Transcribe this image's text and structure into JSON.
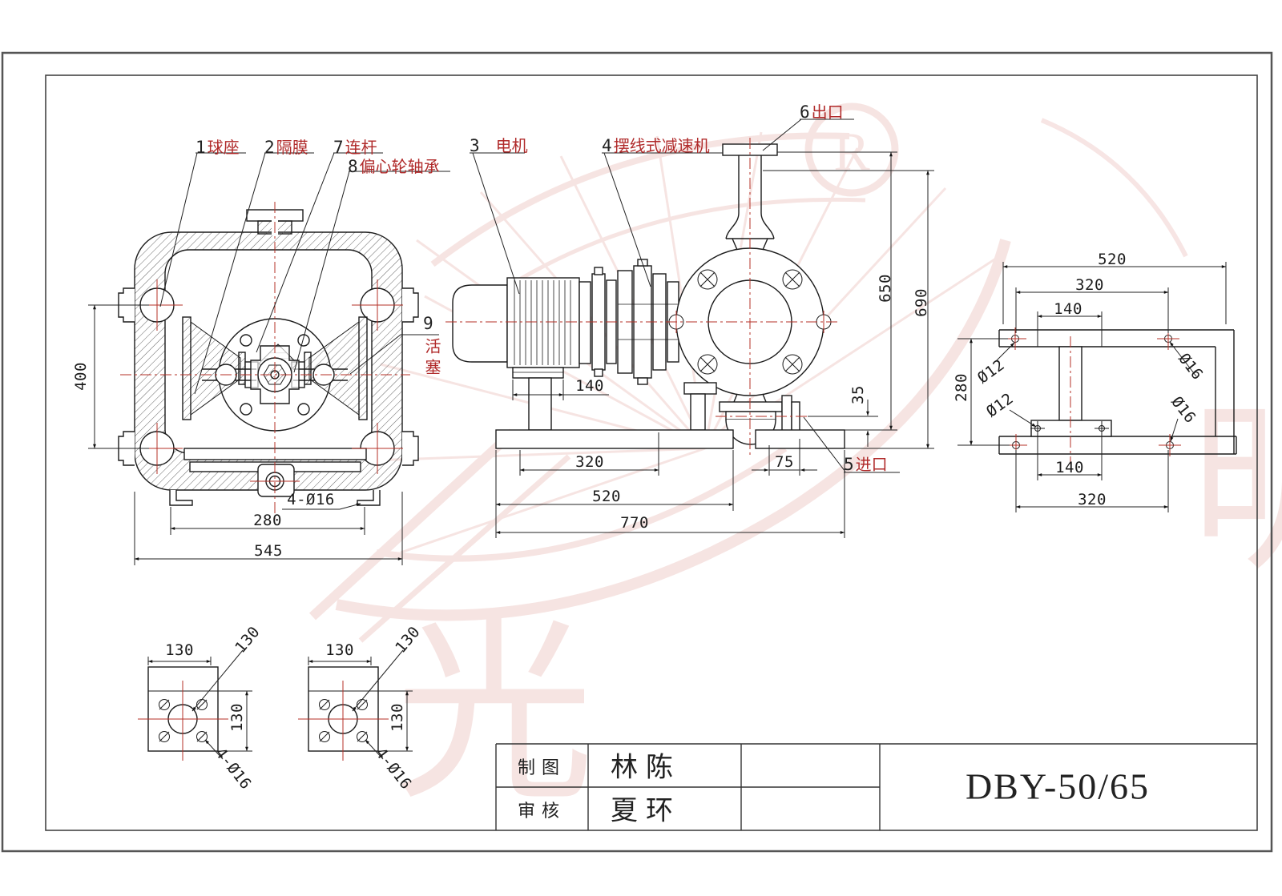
{
  "title_block": {
    "drawn_label": "制图",
    "drawn_value": "林陈",
    "checked_label": "审核",
    "checked_value": "夏环",
    "drawing_number": "DBY-50/65"
  },
  "part_labels": {
    "ball_seat": {
      "num": "1",
      "name": "球座"
    },
    "diaphragm": {
      "num": "2",
      "name": "隔膜"
    },
    "connecting_rod": {
      "num": "7",
      "name": "连杆"
    },
    "eccentric_bearing": {
      "num": "8",
      "name": "偏心轮轴承"
    },
    "motor": {
      "num": "3",
      "name": "电机"
    },
    "cycloid_reducer": {
      "num": "4",
      "name": "摆线式减速机"
    },
    "outlet": {
      "num": "6",
      "name": "出口"
    },
    "piston": {
      "num": "9",
      "name": "活塞"
    },
    "inlet": {
      "num": "5",
      "name": "进口"
    }
  },
  "front_dims": {
    "height": "400",
    "bolt_holes": "4-Ø16",
    "foot_span": "280",
    "overall_width": "545"
  },
  "side_dims": {
    "motor_base": "140",
    "base_inner": "320",
    "inlet_span": "75",
    "base_width": "520",
    "overall_length": "770",
    "inlet_height": "35",
    "height_650": "650",
    "height_690": "690"
  },
  "right_dims": {
    "top_width": "520",
    "hole_span": "320",
    "column_span": "140",
    "height": "280",
    "dia12_upper": "Ø12",
    "dia12_lower": "Ø12",
    "dia16_upper": "Ø16",
    "dia16_lower": "Ø16",
    "bottom_140": "140",
    "bottom_320": "320"
  },
  "flanges": [
    {
      "width": "130",
      "diagonal": "130",
      "height": "130",
      "bolt_holes": "4-Ø16"
    },
    {
      "width": "130",
      "diagonal": "130",
      "height": "130",
      "bolt_holes": "4-Ø16"
    }
  ],
  "watermark": {
    "reg": "R",
    "char_left": "光",
    "char_right": "明"
  },
  "colors": {
    "line": "#1b1b1b",
    "centerline_red": "#b43127",
    "label_red": "#b02a2a",
    "watermark_red": "#c0392b"
  }
}
